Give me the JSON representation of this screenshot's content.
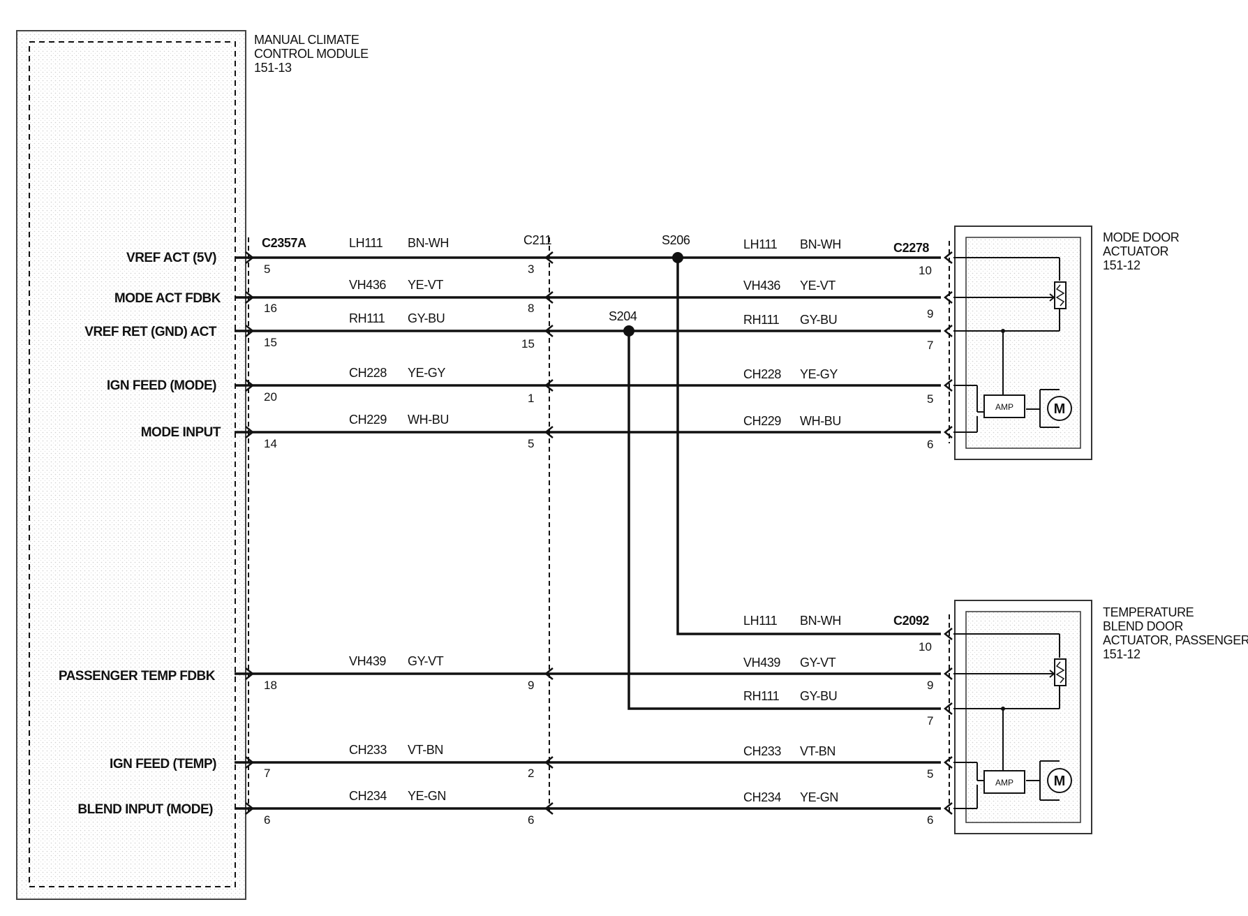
{
  "module": {
    "title_lines": [
      "MANUAL CLIMATE",
      "CONTROL MODULE",
      "151-13"
    ],
    "connector": "C2357A"
  },
  "inline_connector": "C211",
  "splices": {
    "s206": "S206",
    "s204": "S204"
  },
  "mode_actuator": {
    "title_lines": [
      "MODE DOOR",
      "ACTUATOR",
      "151-12"
    ],
    "connector": "C2278",
    "amp_label": "AMP",
    "motor_label": "M"
  },
  "temp_actuator": {
    "title_lines": [
      "TEMPERATURE",
      "BLEND DOOR",
      "ACTUATOR, PASSENGER",
      "151-12"
    ],
    "connector": "C2092",
    "amp_label": "AMP",
    "motor_label": "M"
  },
  "signals": [
    "VREF ACT (5V)",
    "MODE ACT FDBK",
    "VREF RET (GND) ACT",
    "IGN FEED (MODE)",
    "MODE INPUT",
    "PASSENGER TEMP FDBK",
    "IGN FEED (TEMP)",
    "BLEND INPUT (MODE)"
  ],
  "circuits": [
    {
      "circuit": "LH111",
      "color": "BN-WH",
      "module_pin": "5",
      "c211_pin": "3",
      "actuator_pin": "10"
    },
    {
      "circuit": "VH436",
      "color": "YE-VT",
      "module_pin": "16",
      "c211_pin": "8",
      "actuator_pin": "9"
    },
    {
      "circuit": "RH111",
      "color": "GY-BU",
      "module_pin": "15",
      "c211_pin": "15",
      "actuator_pin": "7"
    },
    {
      "circuit": "CH228",
      "color": "YE-GY",
      "module_pin": "20",
      "c211_pin": "1",
      "actuator_pin": "5"
    },
    {
      "circuit": "CH229",
      "color": "WH-BU",
      "module_pin": "14",
      "c211_pin": "5",
      "actuator_pin": "6"
    },
    {
      "circuit": "VH439",
      "color": "GY-VT",
      "module_pin": "18",
      "c211_pin": "9",
      "actuator_pin": "9"
    },
    {
      "circuit": "CH233",
      "color": "VT-BN",
      "module_pin": "7",
      "c211_pin": "2",
      "actuator_pin": "5"
    },
    {
      "circuit": "CH234",
      "color": "YE-GN",
      "module_pin": "6",
      "c211_pin": "6",
      "actuator_pin": "6"
    }
  ],
  "branches": [
    {
      "circuit": "LH111",
      "color": "BN-WH",
      "actuator_pin": "10"
    },
    {
      "circuit": "RH111",
      "color": "GY-BU",
      "actuator_pin": "7"
    }
  ]
}
